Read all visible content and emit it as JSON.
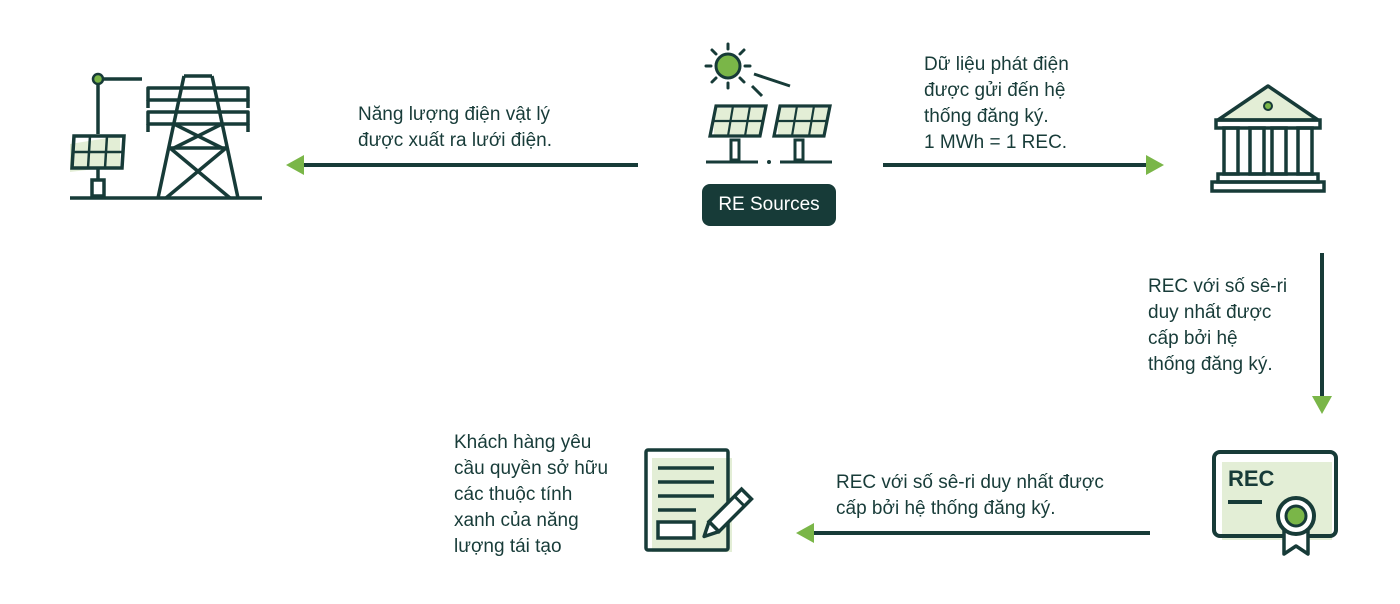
{
  "badge": {
    "label": "RE Sources"
  },
  "steps": {
    "grid_export": [
      "Năng lượng điện vật lý",
      "được xuất ra lưới điện."
    ],
    "data_sent": [
      "Dữ liệu phát điện",
      "được gửi đến hệ",
      "thống đăng ký.",
      "1 MWh = 1 REC."
    ],
    "rec_issued_vertical": [
      "REC với số sê-ri",
      "duy nhất được",
      "cấp bởi hệ",
      "thống đăng ký."
    ],
    "rec_issued_horizontal": [
      "REC với số sê-ri duy nhất được",
      "cấp bởi hệ thống đăng ký."
    ],
    "customer_claim": [
      "Khách hàng yêu",
      "cầu quyền sở hữu",
      "các thuộc tính",
      "xanh của năng",
      "lượng tái tạo"
    ]
  },
  "certificate": {
    "text": "REC"
  },
  "icons": {
    "grid": "power-tower-solar-icon",
    "sources": "sun-solar-panels-icon",
    "registry": "bank-building-icon",
    "certificate": "rec-certificate-icon",
    "contract": "document-pen-icon"
  },
  "colors": {
    "dark": "#173b38",
    "accent_green": "#7ab648",
    "light_green": "#e3eed6"
  }
}
